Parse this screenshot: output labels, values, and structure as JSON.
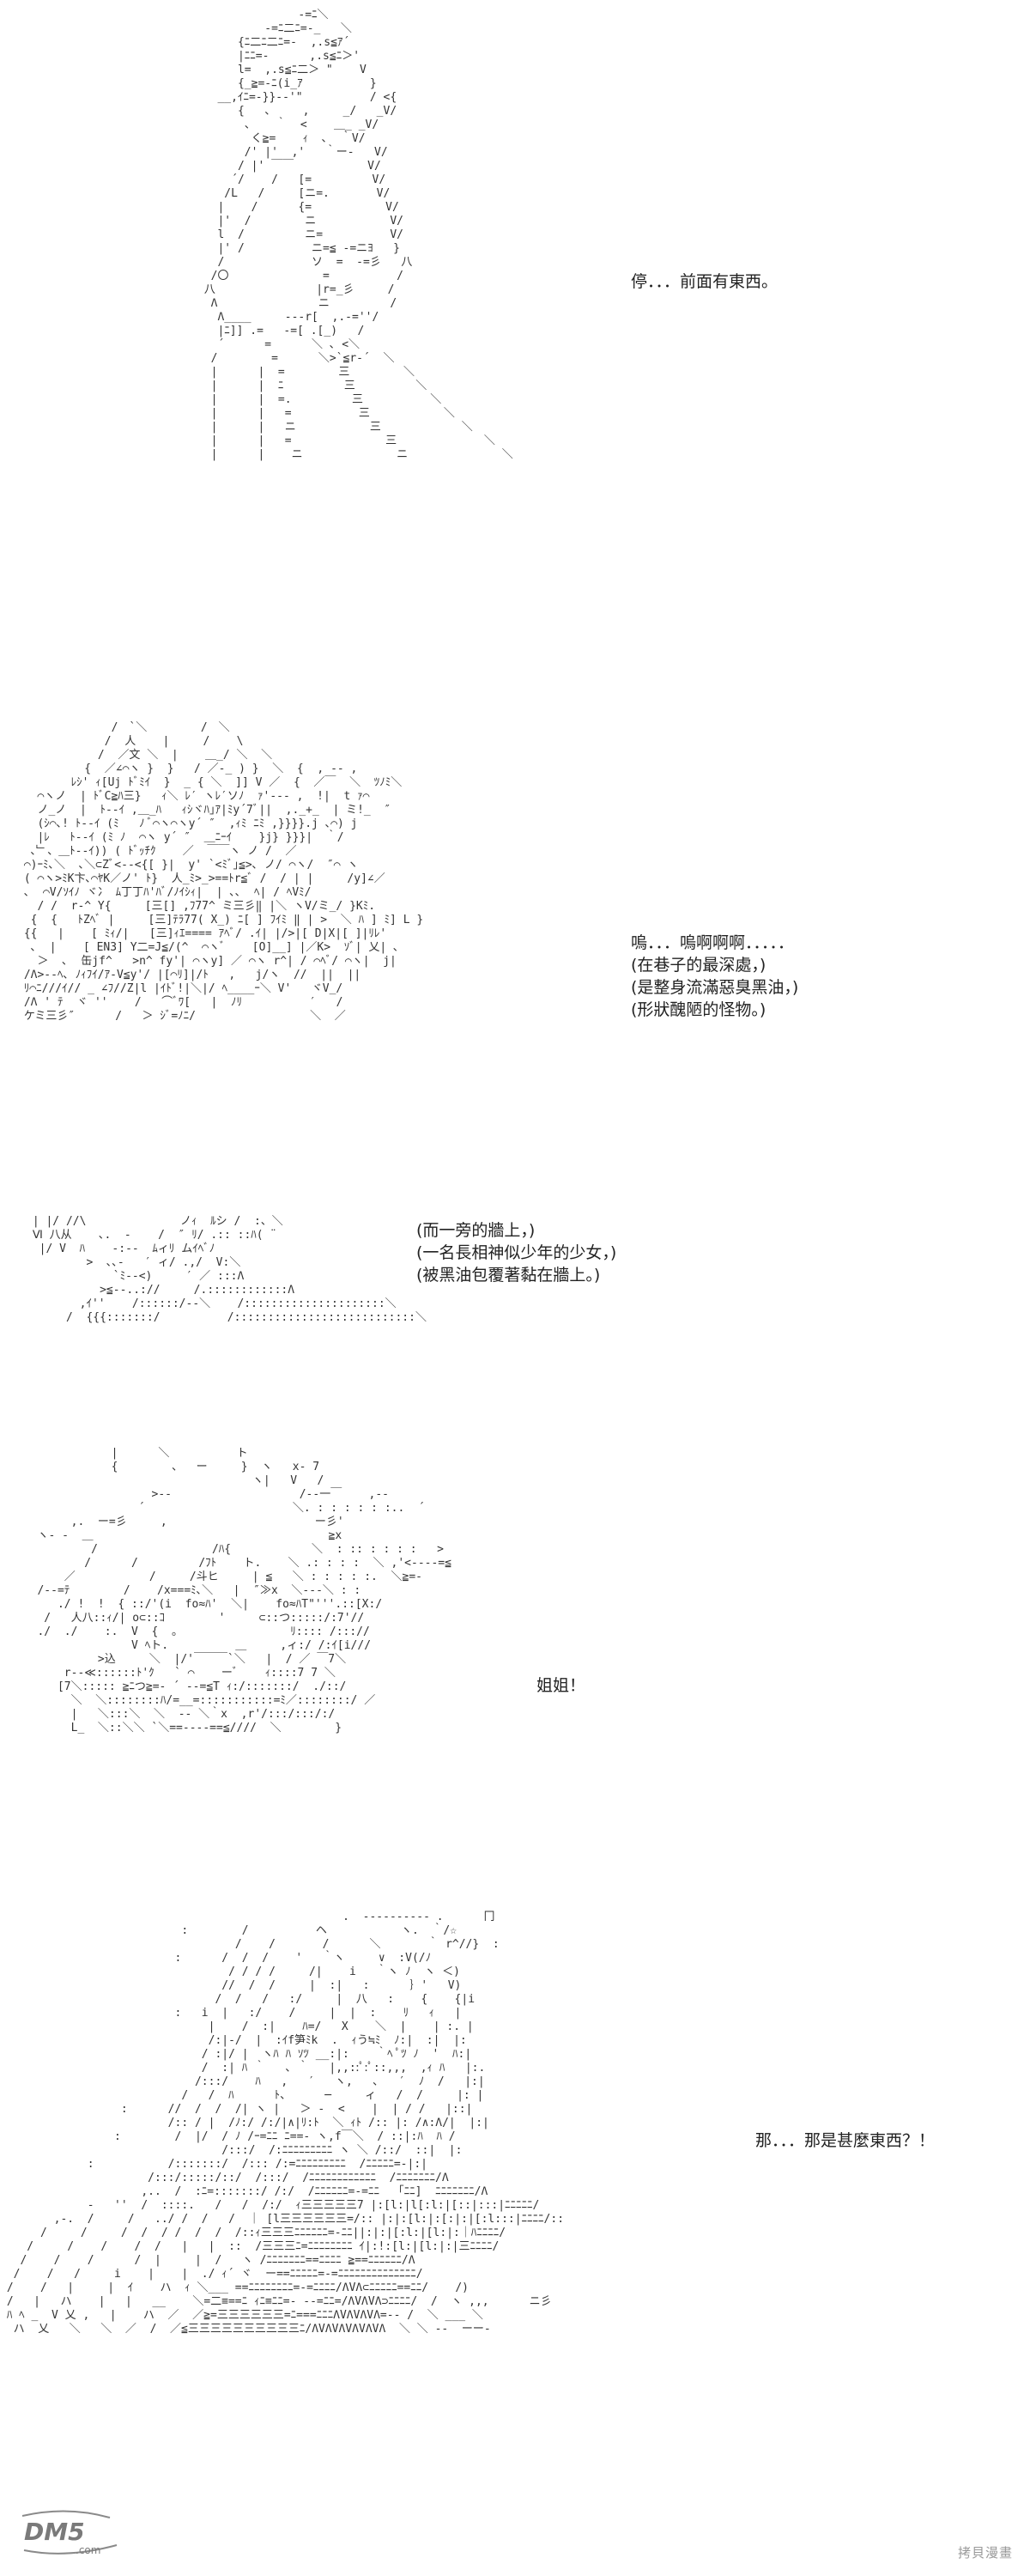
{
  "panels": [
    {
      "name": "panel-1",
      "lines": [
        "停．．．前面有東西。"
      ]
    },
    {
      "name": "panel-2",
      "lines": [
        "嗚．．．嗚啊啊啊．．．．．",
        "(在巷子的最深處，)",
        "(是整身流滿惡臭黑油，)",
        "(形狀醜陋的怪物。)"
      ]
    },
    {
      "name": "panel-3",
      "lines": [
        "(而一旁的牆上，)",
        "(一名長相神似少年的少女，)",
        "(被黑油包覆著黏在牆上。)"
      ]
    },
    {
      "name": "panel-4",
      "lines": [
        "姐姐！"
      ]
    },
    {
      "name": "panel-5",
      "lines": [
        "那．．．那是甚麼東西？！"
      ]
    }
  ],
  "watermark": {
    "logo_text": "DM5",
    "logo_sub": ".com",
    "site_text": "拷貝漫畫"
  },
  "colors": {
    "background": "#ffffff",
    "text": "#222222",
    "art": "#333333",
    "watermark": "#9a9a9a"
  }
}
